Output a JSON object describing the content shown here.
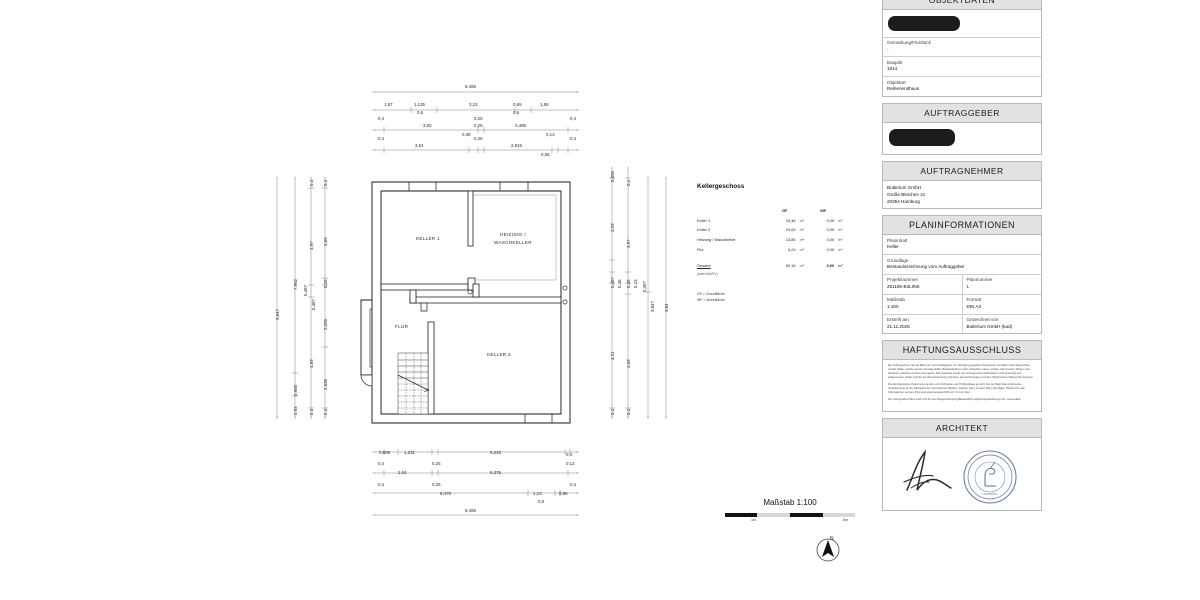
{
  "sidebar": {
    "objektdaten": {
      "title": "OBJEKTDATEN",
      "redacted_label": "redacted-object-address",
      "rows": [
        {
          "label": "Gemarkung/Flurstück",
          "value": "-"
        },
        {
          "label": "Baujahr",
          "value": "1914"
        },
        {
          "label": "Objektart",
          "value": "Reihenendhaus"
        }
      ]
    },
    "auftraggeber": {
      "title": "AUFTRAGGEBER",
      "redacted_label": "redacted-client-name"
    },
    "auftragnehmer": {
      "title": "AUFTRAGNEHMER",
      "lines": [
        "Butlerium GmbH",
        "Große Bleichen 21",
        "20354 Hamburg"
      ]
    },
    "planinformationen": {
      "title": "PLANINFORMATIONEN",
      "planinhalt": {
        "label": "Planinhalt",
        "value": "Keller"
      },
      "grundlage": {
        "label": "Grundlage",
        "value": "Bestandszeichnung vom Auftraggeber"
      },
      "projektnummer": {
        "label": "Projektnummer",
        "value": "251106-B3L05K"
      },
      "plannummer": {
        "label": "Plannummer",
        "value": "1"
      },
      "massstab": {
        "label": "Maßstab",
        "value": "1:100"
      },
      "format": {
        "label": "Format",
        "value": "DIN A3"
      },
      "erstellt_am": {
        "label": "Erstellt am",
        "value": "21.11.2025"
      },
      "gezeichnet_von": {
        "label": "Gezeichnet von",
        "value": "Butlerium GmbH (kad)"
      }
    },
    "haftungsausschluss": {
      "title": "HAFTUNGSAUSSCHLUSS",
      "paragraphs": [
        "Der Auftragnehmer hat auf Basis der vom Auftraggeber zur Verfügung gestellten Dokumente vermaßte und lesbare Pläne erstellt. Maße, welche auf den bereitgestellten Bestandsplänen nicht vorhanden waren, wurden nach bestem Wissen und Gewissen grafisch ermittelt und ergänzt. Das Gebäude wurde vom Auftragnehmer/Architekten nicht besichtigt und aufgemessen. Daher wird für die Übereinstimmung zwischen den Zeichnungen und dem Objekt keine Haftung übernommen.",
        "Die bereitgestellten Dokumente wurden vom Architekten als Prüfgrundlage genutzt. Der Architekt übernimmt keine Verantwortung für die Richtigkeit der Informationen (Maßen, Flächen usw.) auf dem Plan. Alle Maße, Fläche bzw. alle Informationen auf dem Plan sind eigenverantwortlich vor Ort zu prüfen.",
        "Die vorliegenden Pläne sind nicht für eine Baugenehmigung/Bauausführung/Nutzungsänderung usw. verwendbar."
      ]
    },
    "architekt": {
      "title": "ARCHITEKT",
      "signature_label": "architect-signature",
      "stamp_label": "architect-stamp"
    }
  },
  "schedule": {
    "title": "Kellergeschoss",
    "columns": [
      "",
      "GF",
      "",
      "WF",
      ""
    ],
    "col_gf": "GF",
    "col_wf": "WF",
    "unit": "m²",
    "rows": [
      {
        "name": "Keller 1",
        "gf": "15,46",
        "wf": "0,00"
      },
      {
        "name": "Keller 2",
        "gf": "24,63",
        "wf": "0,00"
      },
      {
        "name": "Heizung / Waschkeller",
        "gf": "13,85",
        "wf": "0,00"
      },
      {
        "name": "Flur",
        "gf": "6,24",
        "wf": "0,00"
      }
    ],
    "total": {
      "name": "Gesamt",
      "gf": "60,18",
      "wf": "0,00"
    },
    "total_note": "(nach WoFlV)",
    "legend_gf": "GF = Grundfläche",
    "legend_wf": "WF = Wohnfläche"
  },
  "scale": {
    "title": "Maßstab 1:100",
    "tick_start": "1m",
    "tick_end": "5m",
    "north_label": "N"
  },
  "plan": {
    "rooms": [
      {
        "name": "KELLER 1"
      },
      {
        "name": "HEIZUNG /"
      },
      {
        "name": "WASCHKELLER"
      },
      {
        "name": "FLUR"
      },
      {
        "name": "KELLER 2"
      }
    ],
    "room_keller1": "KELLER 1",
    "room_heizung_1": "HEIZUNG /",
    "room_heizung_2": "WASCHKELLER",
    "room_flur": "FLUR",
    "room_keller2": "KELLER 2",
    "dim_top_overall": "8,465",
    "dim_top_chain1": [
      "1,57",
      "1,135",
      "3,23",
      "0,65",
      "1,88"
    ],
    "dim_top_chain2_small": [
      "0,4",
      "0,6",
      "0,25",
      "0,6",
      "0,4"
    ],
    "dim_top_chain2": [
      "3,92",
      "0,25",
      "3,495"
    ],
    "dim_top_chain3_small": [
      "0,4",
      "0,38",
      "0,25",
      "0,13",
      "0,4"
    ],
    "dim_top_chain3": [
      "3,54",
      "2,815"
    ],
    "dim_top_chain3_extra": "0,55",
    "dim_left_overall": "9,847",
    "dim_left_c2": [
      "7,962",
      "0,955",
      "0,93"
    ],
    "dim_left_c3": [
      "0,4",
      "3,97",
      "0,487",
      "0,487",
      "4,59",
      "0,4"
    ],
    "dim_left_c4": [
      "0,4",
      "3,69",
      "0,28",
      "2,055",
      "2,535",
      "0,4"
    ],
    "dim_right_c1": [
      "0,393",
      "3,29",
      "0,487",
      "0,45",
      "4,31",
      "0,4"
    ],
    "dim_right_c2": [
      "0,4",
      "3,97",
      "0,28",
      "0,23",
      "4,59",
      "0,4"
    ],
    "dim_right_c3": [
      "0,487",
      "9,847"
    ],
    "dim_right_c4": "9,84",
    "dim_bot_c1_small": [
      "0,4",
      "0,25",
      "0,4",
      "0,13"
    ],
    "dim_bot_c1": [
      "0,809",
      "1,231",
      "5,245"
    ],
    "dim_bot_c2_small": [
      "0,4",
      "0,25",
      "0,4"
    ],
    "dim_bot_c2": [
      "2,04",
      "5,375"
    ],
    "dim_bot_c3": [
      "6,475",
      "1,13",
      "0,86",
      "0,6"
    ],
    "dim_bot_overall": "8,465"
  }
}
